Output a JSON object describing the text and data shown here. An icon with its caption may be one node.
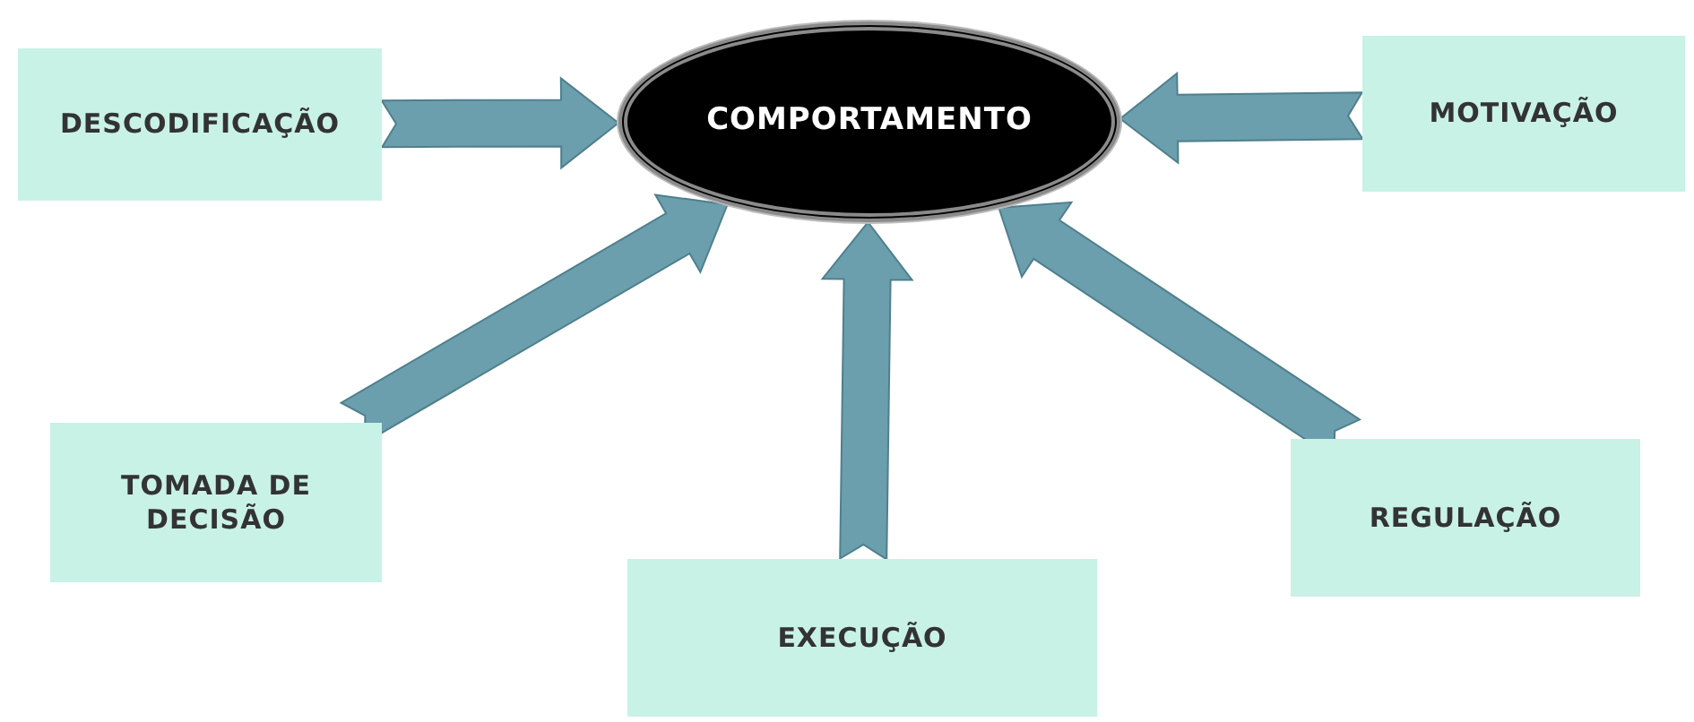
{
  "diagram": {
    "nodes": [
      {
        "text": [
          "DESCODIFICAÇÃO"
        ]
      },
      {
        "text": [
          "COMPORTAMENTO"
        ]
      },
      {
        "text": [
          "MOTIVAÇÃO"
        ]
      },
      {
        "text": [
          "TOMADA DE DECISÃO"
        ]
      },
      {
        "text": [
          "EXECUÇÃO"
        ]
      },
      {
        "text": [
          "REGULAÇÃO"
        ]
      }
    ],
    "edges": [
      {
        "from": 0,
        "to": 1,
        "arrow": "to"
      },
      {
        "from": 2,
        "to": 1,
        "arrow": "to"
      },
      {
        "from": 3,
        "to": 1,
        "arrow": "to"
      },
      {
        "from": 4,
        "to": 1,
        "arrow": "to"
      },
      {
        "from": 5,
        "to": 1,
        "arrow": "to"
      }
    ]
  }
}
